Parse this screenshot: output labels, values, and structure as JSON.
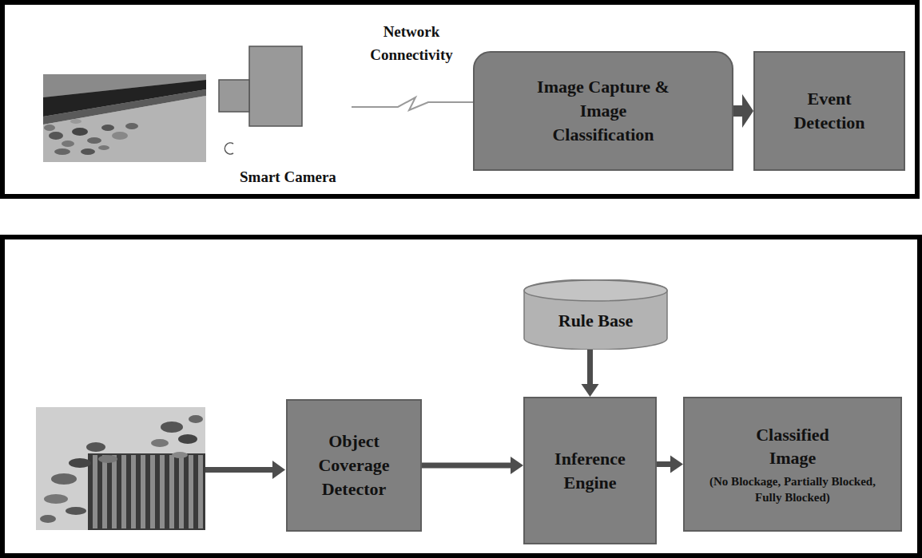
{
  "diagram": {
    "nodes": [
      {
        "text": [
          "Image Capture & Image Classification"
        ]
      },
      {
        "text": [
          "Event Detection"
        ]
      },
      {
        "text": [
          "Rule Base"
        ]
      },
      {
        "text": [
          "Object Coverage Detector"
        ]
      },
      {
        "text": [
          "Inference Engine"
        ]
      },
      {
        "text": [
          "Classified Image",
          "(No Blockage, Partially Blocked, Fully Blocked)"
        ]
      }
    ],
    "edges": [
      {
        "from": 0,
        "to": 1,
        "arrow": "to"
      },
      {
        "from": 2,
        "to": 4,
        "arrow": "to"
      },
      {
        "from": 3,
        "to": 4,
        "arrow": "to"
      },
      {
        "from": 4,
        "to": 5,
        "arrow": "to"
      }
    ],
    "labels": [
      "Network Connectivity",
      "Smart Camera"
    ]
  }
}
